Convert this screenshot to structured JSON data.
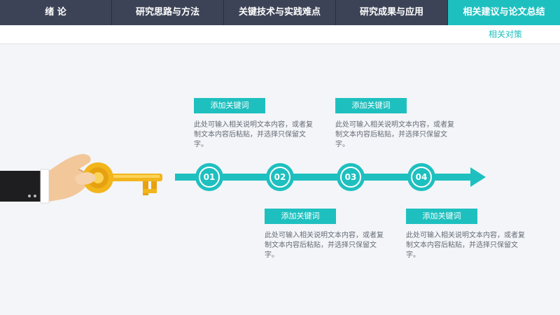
{
  "nav": {
    "tabs": [
      {
        "label": "绪 论"
      },
      {
        "label": "研究思路与方法"
      },
      {
        "label": "关键技术与实践难点"
      },
      {
        "label": "研究成果与应用"
      },
      {
        "label": "相关建议与论文总结"
      }
    ],
    "active_index": 4
  },
  "subtitle": "相关对策",
  "steps": [
    {
      "num": "01",
      "keyword": "添加关键词",
      "desc": "此处可输入相关说明文本内容，或者复制文本内容后粘贴，并选择只保留文字。"
    },
    {
      "num": "02",
      "keyword": "添加关键词",
      "desc": "此处可输入相关说明文本内容，或者复制文本内容后粘贴，并选择只保留文字。"
    },
    {
      "num": "03",
      "keyword": "添加关键词",
      "desc": "此处可输入相关说明文本内容，或者复制文本内容后粘贴，并选择只保留文字。"
    },
    {
      "num": "04",
      "keyword": "添加关键词",
      "desc": "此处可输入相关说明文本内容，或者复制文本内容后粘贴，并选择只保留文字。"
    }
  ],
  "colors": {
    "accent": "#1ec0bf",
    "nav": "#3d4356",
    "gold": "#f2b51c"
  },
  "icons": {
    "key": "key-icon",
    "hand": "hand-icon"
  }
}
